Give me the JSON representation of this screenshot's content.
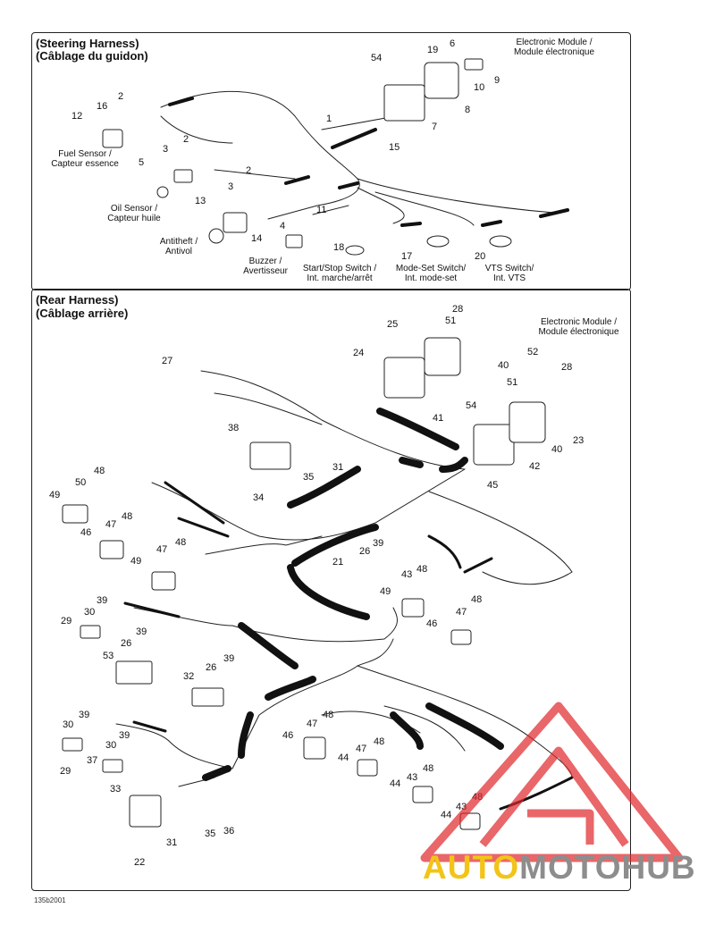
{
  "sections": {
    "steering": {
      "title_en": "(Steering Harness)",
      "title_fr": "(Câblage du guidon)"
    },
    "rear": {
      "title_en": "(Rear Harness)",
      "title_fr": "(Câblage arrière)"
    }
  },
  "steering_captions": {
    "fuel_sensor": [
      "Fuel Sensor /",
      "Capteur essence"
    ],
    "oil_sensor": [
      "Oil Sensor /",
      "Capteur huile"
    ],
    "antitheft": [
      "Antitheft /",
      "Antivol"
    ],
    "buzzer": [
      "Buzzer /",
      "Avertisseur"
    ],
    "start_stop": [
      "Start/Stop Switch /",
      "Int. marche/arrêt"
    ],
    "mode_set": [
      "Mode-Set Switch/",
      "Int. mode-set"
    ],
    "vts": [
      "VTS Switch/",
      "Int. VTS"
    ],
    "electronic_module": [
      "Electronic Module /",
      "Module électronique"
    ]
  },
  "rear_captions": {
    "electronic_module": [
      "Electronic Module /",
      "Module électronique"
    ]
  },
  "steering_labels": [
    "6",
    "19",
    "54",
    "10",
    "9",
    "8",
    "7",
    "1",
    "15",
    "2",
    "16",
    "12",
    "3",
    "2",
    "5",
    "2",
    "3",
    "13",
    "11",
    "4",
    "14",
    "18",
    "17",
    "20"
  ],
  "rear_labels": [
    "28",
    "51",
    "25",
    "52",
    "24",
    "40",
    "28",
    "27",
    "51",
    "54",
    "23",
    "40",
    "41",
    "42",
    "38",
    "31",
    "35",
    "34",
    "45",
    "48",
    "50",
    "49",
    "47",
    "48",
    "46",
    "47",
    "48",
    "49",
    "39",
    "26",
    "21",
    "43",
    "48",
    "49",
    "48",
    "47",
    "46",
    "39",
    "30",
    "29",
    "39",
    "26",
    "53",
    "39",
    "26",
    "32",
    "39",
    "30",
    "30",
    "39",
    "29",
    "37",
    "33",
    "31",
    "35",
    "36",
    "22",
    "48",
    "47",
    "46",
    "48",
    "47",
    "44",
    "48",
    "44",
    "43",
    "48",
    "44",
    "43"
  ],
  "footer_code": "135b2001",
  "watermark": {
    "text_a": "AUTO",
    "text_b": "MOTO",
    "text_c": "HUB",
    "color_a": "#f2c418",
    "color_b": "#8d8d8d",
    "color_c": "#8d8d8d",
    "triangle_color": "#e0262b"
  }
}
